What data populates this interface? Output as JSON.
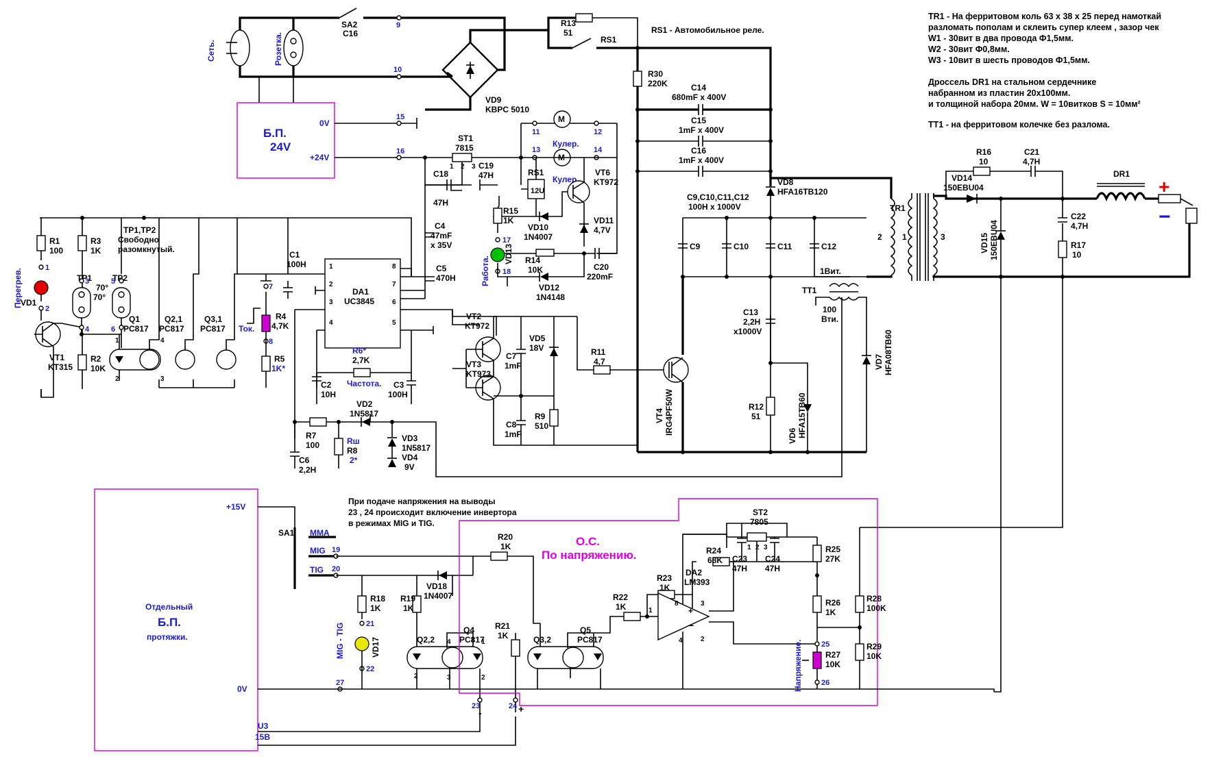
{
  "notes": {
    "tr1": [
      "TR1 - На ферритовом коль 63 x 38 x 25 перед намоткай",
      "разломать пополам и склеить супер клеем , зазор чек",
      "W1 - 30вит в два провода Ф1,5мм.",
      "W2 - 30вит Ф0,8мм.",
      "W3 - 10вит  в шесть проводов Ф1,5мм."
    ],
    "dr1": [
      "Дроссель DR1 на стальном сердечнике",
      "набранном из пластин 20x100мм.",
      "и толщиной набора 20мм. W = 10витков  S = 10мм²"
    ],
    "tt1": "TT1 - на ферритовом колечке без разлома.",
    "relay": "RS1 - Автомобильное реле.",
    "inverter": [
      "При подаче напряжения на выводы",
      "23 , 24 происходит включение инвертора",
      "в режимах MIG и TIG."
    ]
  },
  "blocks": {
    "psu24": {
      "title": "Б.П.",
      "value": "24V",
      "pin0": "0V",
      "pin24": "+24V"
    },
    "psu_feed": {
      "line1": "Отдельный",
      "line2": "Б.П.",
      "line3": "протяжки.",
      "v15": "+15V",
      "v0": "0V",
      "u3": "U3",
      "u3v": "15В"
    },
    "feedback": {
      "title": "О.С.",
      "subtitle": "По напряжению."
    }
  },
  "labels": {
    "net": "Сеть.",
    "socket": "Розетка.",
    "sa2": "SA2",
    "sa2v": "C16",
    "r13": "R13",
    "r13v": "51",
    "rs1": "RS1",
    "vd9": "VD9",
    "vd9v": "KBPC 5010",
    "r30": "R30",
    "r30v": "220K",
    "c14": "C14",
    "c14v": "680mF x 400V",
    "c15": "C15",
    "c15v": "1mF x 400V",
    "c16": "C16",
    "c16v": "1mF x 400V",
    "vd8": "VD8",
    "vd8v": "HFA16TB120",
    "c9g": "C9,C10,C11,C12",
    "c9gv": "100H x 1000V",
    "c9": "C9",
    "c10": "C10",
    "c11": "C11",
    "c12": "C12",
    "c13": "C13",
    "c13v": "2,2H",
    "c13v2": "x1000V",
    "r12": "R12",
    "r12v": "51",
    "vd6": "VD6",
    "vd6v": "HFA15TB60",
    "vd7": "VD7",
    "vd7v": "HFA08TB60",
    "vt4": "VT4",
    "vt4v": "IRG4PF50W",
    "tr1": "TR1",
    "tt1": "TT1",
    "tt1w1": "1Вит.",
    "tt1w2": "100",
    "tt1w3": "Вти.",
    "w1": "1",
    "w2": "2",
    "w3": "3",
    "st1": "ST1",
    "st1v": "7815",
    "c19": "C19",
    "c19v": "47H",
    "c18": "C18",
    "c18v": "47H",
    "c4": "C4",
    "c4v": "47mF",
    "c4v2": "x 35V",
    "c5": "C5",
    "c5v": "470H",
    "rs1box": "12U",
    "rs1b": "RS1",
    "vt6": "VT6",
    "vt6v": "KT972",
    "r15": "R15",
    "r15v": "1K",
    "vd10": "VD10",
    "vd10v": "1N4007",
    "vd11": "VD11",
    "vd11v": "4,7V",
    "r14": "R14",
    "r14v": "10K",
    "vd12": "VD12",
    "vd12v": "1N4148",
    "c20": "C20",
    "c20v": "220mF",
    "vd13": "VD13",
    "work": "Работа.",
    "cooler": "Кулер.",
    "r1": "R1",
    "r1v": "100",
    "r3": "R3",
    "r3v": "1K",
    "tp": "TP1,TP2",
    "tpv": "Свободно",
    "tpv2": "разомкнутый.",
    "tp1": "TP1",
    "tp1v": "70°",
    "tp2": "TP2",
    "tp2v": "70°",
    "overheat": "Перегрев.",
    "vd1": "VD1",
    "vt1": "VT1",
    "vt1v": "KT315",
    "r2": "R2",
    "r2v": "10K",
    "q1": "Q1",
    "q1v": "PC817",
    "q21": "Q2,1",
    "q21v": "PC817",
    "q31": "Q3,1",
    "q31v": "PC817",
    "c1": "C1",
    "c1v": "100H",
    "da1": "DA1",
    "da1v": "UC3845",
    "r4": "R4",
    "r4v": "4,7K",
    "tok": "Ток.",
    "r5": "R5",
    "r5v": "1K*",
    "r6": "R6*",
    "r6v": "2,7K",
    "freq": "Частота.",
    "c2": "C2",
    "c2v": "10H",
    "c3": "C3",
    "c3v": "100H",
    "vt2": "VT2",
    "vt2v": "KT972",
    "vt3": "VT3",
    "vt3v": "KT973",
    "c7": "C7",
    "c7v": "1mF",
    "vd5": "VD5",
    "vd5v": "18V",
    "r11": "R11",
    "r11v": "4,7",
    "c8": "C8",
    "c8v": "1mF",
    "r9": "R9",
    "r9v": "510",
    "vd2": "VD2",
    "vd2v": "1N5817",
    "r7": "R7",
    "r7v": "100",
    "rsh": "Rш",
    "r8": "R8",
    "r8v": "2*",
    "vd3": "VD3",
    "vd3v": "1N5817",
    "vd4": "VD4",
    "vd4v": "9V",
    "c6": "C6",
    "c6v": "2,2H",
    "r16": "R16",
    "r16v": "10",
    "c21": "C21",
    "c21v": "4,7H",
    "vd14": "VD14",
    "vd14v": "150EBU04",
    "vd15": "VD15",
    "vd15v": "150EBU04",
    "dr1": "DR1",
    "c22": "C22",
    "c22v": "4,7H",
    "r17": "R17",
    "r17v": "10",
    "plus": "+",
    "minus": "−",
    "sa1": "SA1",
    "mma": "MMA",
    "mig": "MIG",
    "tig": "TIG",
    "r20": "R20",
    "r20v": "1K",
    "vd18": "VD18",
    "vd18v": "1N4007",
    "r18": "R18",
    "r18v": "1K",
    "r19": "R19",
    "r19v": "1K",
    "migtig": "MIG - TIG",
    "vd17": "VD17",
    "q22": "Q2,2",
    "q4": "Q4",
    "q4v": "PC817",
    "r21": "R21",
    "r21v": "1K",
    "q32": "Q3,2",
    "q5": "Q5",
    "q5v": "PC817",
    "r22": "R22",
    "r22v": "1K",
    "r23": "R23",
    "r23v": "1K",
    "st2": "ST2",
    "st2v": "7805",
    "r24": "R24",
    "r24v": "68K",
    "da2": "DA2",
    "da2v": "LM393",
    "c23": "C23",
    "c23v": "47H",
    "c24": "C24",
    "c24v": "47H",
    "r25": "R25",
    "r25v": "27K",
    "r26": "R26",
    "r26v": "1K",
    "r27": "R27",
    "r27v": "10K",
    "volt": "Напряжение.",
    "r28": "R28",
    "r28v": "100K",
    "r29": "R29",
    "r29v": "10K"
  },
  "pins": [
    "1",
    "2",
    "3",
    "4",
    "5",
    "6",
    "7",
    "8",
    "9",
    "10",
    "11",
    "12",
    "13",
    "14",
    "15",
    "16",
    "17",
    "18",
    "19",
    "20",
    "21",
    "22",
    "23",
    "24",
    "25",
    "26",
    "27"
  ],
  "colors": {
    "wire": "#000000",
    "pin_number": "#1a1ad0",
    "block_border": "#d000d0",
    "feedback_title": "#e000e0",
    "led_overheat": "#e00000",
    "led_work": "#00c000",
    "led_mig": "#e8e800",
    "pot": "#d000d0",
    "plus": "#e00000",
    "minus": "#1a1ad0"
  }
}
